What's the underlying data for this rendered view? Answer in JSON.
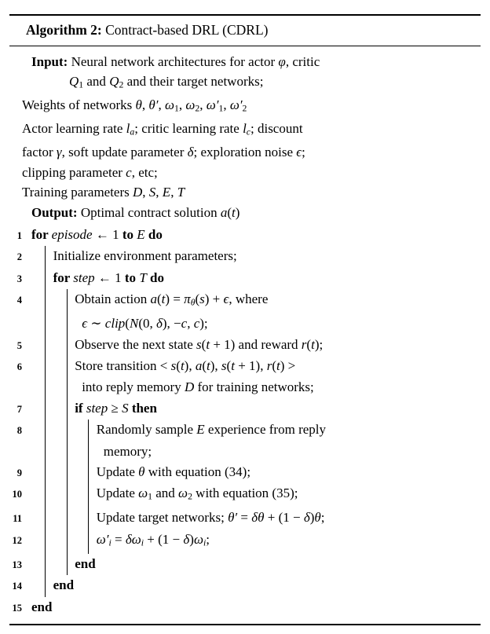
{
  "colors": {
    "rule": "#000000",
    "text": "#000000",
    "background": "#ffffff"
  },
  "algorithm": {
    "label": "Algorithm 2:",
    "title": " Contract-based DRL (CDRL)",
    "preamble": [
      {
        "indent": 12,
        "segments": [
          {
            "t": "Input: ",
            "b": true
          },
          {
            "t": "Neural network architectures for actor "
          },
          {
            "t": "φ",
            "i": true
          },
          {
            "t": ", critic"
          }
        ]
      },
      {
        "indent": 60,
        "segments": [
          {
            "t": "Q",
            "i": true
          },
          {
            "t": "1",
            "sub": true
          },
          {
            "t": " and "
          },
          {
            "t": "Q",
            "i": true
          },
          {
            "t": "2",
            "sub": true
          },
          {
            "t": " and their target networks;"
          }
        ]
      },
      {
        "indent": 0,
        "segments": [
          {
            "t": "Weights of networks "
          },
          {
            "t": "θ",
            "i": true
          },
          {
            "t": ", "
          },
          {
            "t": "θ′",
            "i": true
          },
          {
            "t": ", "
          },
          {
            "t": "ω",
            "i": true
          },
          {
            "t": "1",
            "sub": true
          },
          {
            "t": ", "
          },
          {
            "t": "ω",
            "i": true
          },
          {
            "t": "2",
            "sub": true
          },
          {
            "t": ", "
          },
          {
            "t": "ω′",
            "i": true
          },
          {
            "t": "1",
            "sub": true
          },
          {
            "t": ", "
          },
          {
            "t": "ω′",
            "i": true
          },
          {
            "t": "2",
            "sub": true
          }
        ]
      },
      {
        "indent": 0,
        "segments": [
          {
            "t": "Actor learning rate "
          },
          {
            "t": "l",
            "i": true
          },
          {
            "t": "a",
            "sub": true,
            "i": true
          },
          {
            "t": "; critic learning rate "
          },
          {
            "t": "l",
            "i": true
          },
          {
            "t": "c",
            "sub": true,
            "i": true
          },
          {
            "t": "; discount"
          }
        ]
      },
      {
        "indent": 0,
        "segments": [
          {
            "t": "factor "
          },
          {
            "t": "γ",
            "i": true
          },
          {
            "t": ", soft update parameter "
          },
          {
            "t": "δ",
            "i": true
          },
          {
            "t": "; exploration noise "
          },
          {
            "t": "ϵ",
            "i": true
          },
          {
            "t": ";"
          }
        ]
      },
      {
        "indent": 0,
        "segments": [
          {
            "t": "clipping parameter "
          },
          {
            "t": "c",
            "i": true
          },
          {
            "t": ", etc;"
          }
        ]
      },
      {
        "indent": 0,
        "segments": [
          {
            "t": "Training parameters "
          },
          {
            "t": "D",
            "i": true
          },
          {
            "t": ", "
          },
          {
            "t": "S",
            "i": true
          },
          {
            "t": ", "
          },
          {
            "t": "E",
            "i": true
          },
          {
            "t": ", "
          },
          {
            "t": "T",
            "i": true
          }
        ]
      },
      {
        "indent": 12,
        "segments": [
          {
            "t": "Output: ",
            "b": true
          },
          {
            "t": "Optimal contract solution "
          },
          {
            "t": "a",
            "i": true
          },
          {
            "t": "("
          },
          {
            "t": "t",
            "i": true
          },
          {
            "t": ")"
          }
        ]
      }
    ],
    "lines": [
      {
        "num": "1",
        "indent": 0,
        "rows": [
          [
            {
              "t": "for ",
              "b": true
            },
            {
              "t": "episode",
              "i": true
            },
            {
              "t": " ← 1 "
            },
            {
              "t": "to ",
              "b": true
            },
            {
              "t": "E",
              "i": true
            },
            {
              "t": " "
            },
            {
              "t": "do",
              "b": true
            }
          ]
        ]
      },
      {
        "num": "2",
        "indent": 1,
        "rows": [
          [
            {
              "t": "Initialize environment parameters;"
            }
          ]
        ]
      },
      {
        "num": "3",
        "indent": 1,
        "rows": [
          [
            {
              "t": "for ",
              "b": true
            },
            {
              "t": "step",
              "i": true
            },
            {
              "t": " ← 1 "
            },
            {
              "t": "to ",
              "b": true
            },
            {
              "t": "T",
              "i": true
            },
            {
              "t": " "
            },
            {
              "t": "do",
              "b": true
            }
          ]
        ]
      },
      {
        "num": "4",
        "indent": 2,
        "rows": [
          [
            {
              "t": "Obtain action "
            },
            {
              "t": "a",
              "i": true
            },
            {
              "t": "("
            },
            {
              "t": "t",
              "i": true
            },
            {
              "t": ") = "
            },
            {
              "t": "π",
              "i": true
            },
            {
              "t": "θ",
              "sub": true,
              "i": true
            },
            {
              "t": "("
            },
            {
              "t": "s",
              "i": true
            },
            {
              "t": ") + "
            },
            {
              "t": "ϵ",
              "i": true
            },
            {
              "t": ", where"
            }
          ],
          [
            {
              "t": "ϵ",
              "i": true
            },
            {
              "t": " ∼ "
            },
            {
              "t": "clip",
              "i": true
            },
            {
              "t": "("
            },
            {
              "t": "N",
              "i": true
            },
            {
              "t": "(0, "
            },
            {
              "t": "δ",
              "i": true
            },
            {
              "t": "), −"
            },
            {
              "t": "c",
              "i": true
            },
            {
              "t": ", "
            },
            {
              "t": "c",
              "i": true
            },
            {
              "t": ");"
            }
          ]
        ]
      },
      {
        "num": "5",
        "indent": 2,
        "rows": [
          [
            {
              "t": "Observe the next state "
            },
            {
              "t": "s",
              "i": true
            },
            {
              "t": "("
            },
            {
              "t": "t",
              "i": true
            },
            {
              "t": " + 1) and reward "
            },
            {
              "t": "r",
              "i": true
            },
            {
              "t": "("
            },
            {
              "t": "t",
              "i": true
            },
            {
              "t": ");"
            }
          ]
        ]
      },
      {
        "num": "6",
        "indent": 2,
        "rows": [
          [
            {
              "t": "Store transition "
            },
            {
              "t": "< "
            },
            {
              "t": "s",
              "i": true
            },
            {
              "t": "("
            },
            {
              "t": "t",
              "i": true
            },
            {
              "t": "), "
            },
            {
              "t": "a",
              "i": true
            },
            {
              "t": "("
            },
            {
              "t": "t",
              "i": true
            },
            {
              "t": "), "
            },
            {
              "t": "s",
              "i": true
            },
            {
              "t": "("
            },
            {
              "t": "t",
              "i": true
            },
            {
              "t": " + 1), "
            },
            {
              "t": "r",
              "i": true
            },
            {
              "t": "("
            },
            {
              "t": "t",
              "i": true
            },
            {
              "t": ") >"
            }
          ],
          [
            {
              "t": "into reply memory "
            },
            {
              "t": "D",
              "i": true
            },
            {
              "t": " for training networks;"
            }
          ]
        ]
      },
      {
        "num": "7",
        "indent": 2,
        "rows": [
          [
            {
              "t": "if ",
              "b": true
            },
            {
              "t": "step",
              "i": true
            },
            {
              "t": " ≥ "
            },
            {
              "t": "S",
              "i": true
            },
            {
              "t": " "
            },
            {
              "t": "then",
              "b": true
            }
          ]
        ]
      },
      {
        "num": "8",
        "indent": 3,
        "rows": [
          [
            {
              "t": "Randomly sample "
            },
            {
              "t": "E",
              "i": true
            },
            {
              "t": " experience from reply"
            }
          ],
          [
            {
              "t": "memory;"
            }
          ]
        ]
      },
      {
        "num": "9",
        "indent": 3,
        "rows": [
          [
            {
              "t": "Update "
            },
            {
              "t": "θ",
              "i": true
            },
            {
              "t": " with equation (34);"
            }
          ]
        ]
      },
      {
        "num": "10",
        "indent": 3,
        "rows": [
          [
            {
              "t": "Update "
            },
            {
              "t": "ω",
              "i": true
            },
            {
              "t": "1",
              "sub": true
            },
            {
              "t": " and "
            },
            {
              "t": "ω",
              "i": true
            },
            {
              "t": "2",
              "sub": true
            },
            {
              "t": " with equation (35);"
            }
          ]
        ]
      },
      {
        "num": "11",
        "indent": 3,
        "rows": [
          [
            {
              "t": "Update target networks; "
            },
            {
              "t": "θ′",
              "i": true
            },
            {
              "t": " = "
            },
            {
              "t": "δθ",
              "i": true
            },
            {
              "t": " + (1 − "
            },
            {
              "t": "δ",
              "i": true
            },
            {
              "t": ")"
            },
            {
              "t": "θ",
              "i": true
            },
            {
              "t": ";"
            }
          ]
        ]
      },
      {
        "num": "12",
        "indent": 3,
        "rows": [
          [
            {
              "t": "ω′",
              "i": true
            },
            {
              "t": "i",
              "sub": true,
              "i": true
            },
            {
              "t": " = "
            },
            {
              "t": "δω",
              "i": true
            },
            {
              "t": "i",
              "sub": true,
              "i": true
            },
            {
              "t": " + (1 − "
            },
            {
              "t": "δ",
              "i": true
            },
            {
              "t": ")"
            },
            {
              "t": "ω",
              "i": true
            },
            {
              "t": "i",
              "sub": true,
              "i": true
            },
            {
              "t": ";"
            }
          ]
        ]
      },
      {
        "num": "13",
        "indent": 2,
        "rows": [
          [
            {
              "t": "end",
              "b": true
            }
          ]
        ]
      },
      {
        "num": "14",
        "indent": 1,
        "rows": [
          [
            {
              "t": "end",
              "b": true
            }
          ]
        ]
      },
      {
        "num": "15",
        "indent": 0,
        "rows": [
          [
            {
              "t": "end",
              "b": true
            }
          ]
        ]
      }
    ]
  }
}
